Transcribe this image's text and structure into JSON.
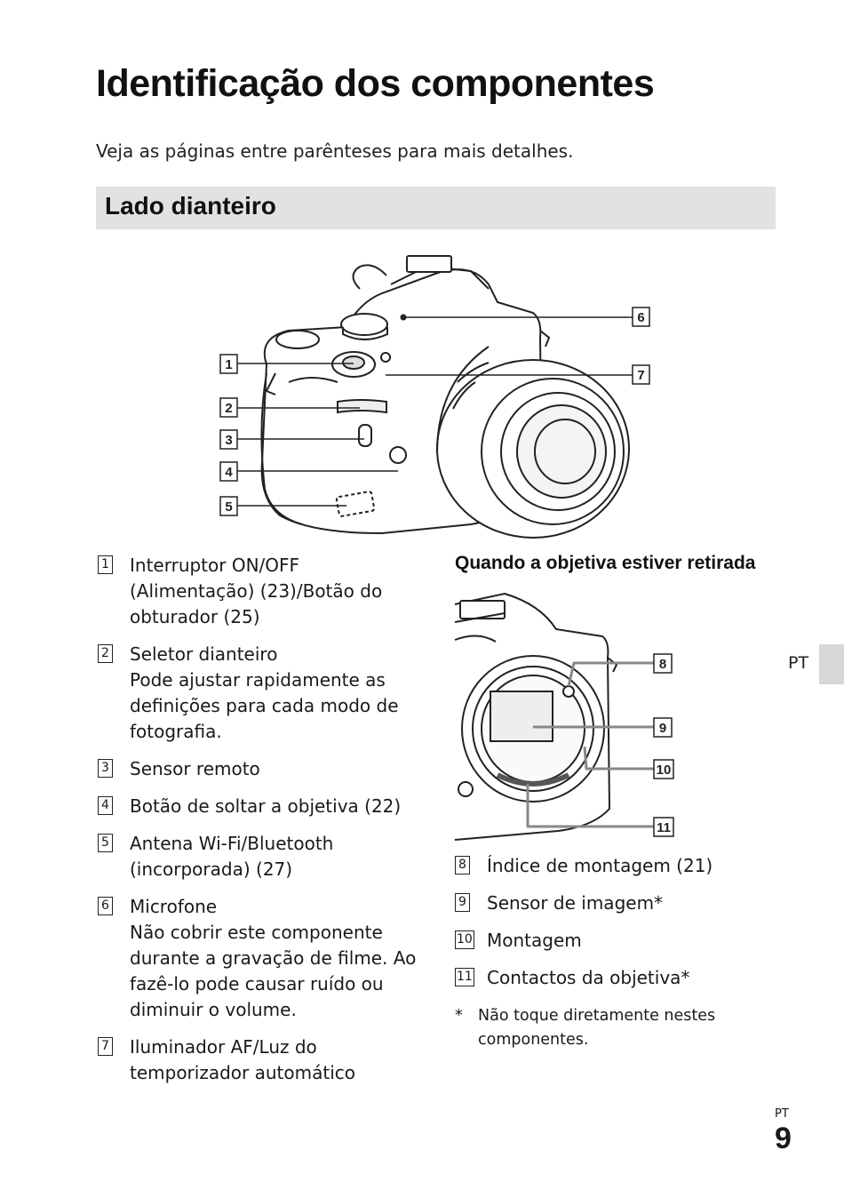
{
  "header": {
    "title": "Identificação dos componentes",
    "subtitle": "Veja as páginas entre parênteses para mais detalhes."
  },
  "section": {
    "title": "Lado dianteiro"
  },
  "front_figure": {
    "callouts": [
      "1",
      "2",
      "3",
      "4",
      "5",
      "6",
      "7"
    ]
  },
  "mount_figure": {
    "heading": "Quando a objetiva estiver retirada",
    "callouts": [
      "8",
      "9",
      "10",
      "11"
    ]
  },
  "left_items": [
    {
      "num": "1",
      "title": "Interruptor ON/OFF (Alimentação) (23)/Botão do obturador (25)",
      "desc": ""
    },
    {
      "num": "2",
      "title": "Seletor dianteiro",
      "desc": "Pode ajustar rapidamente as definições para cada modo de fotografia."
    },
    {
      "num": "3",
      "title": "Sensor remoto",
      "desc": ""
    },
    {
      "num": "4",
      "title": "Botão de soltar a objetiva (22)",
      "desc": ""
    },
    {
      "num": "5",
      "title": "Antena Wi-Fi/Bluetooth (incorporada) (27)",
      "desc": ""
    },
    {
      "num": "6",
      "title": "Microfone",
      "desc": "Não cobrir este componente durante a gravação de filme. Ao fazê-lo pode causar ruído ou diminuir o volume."
    },
    {
      "num": "7",
      "title": "Iluminador AF/Luz do temporizador automático",
      "desc": ""
    }
  ],
  "right_items": [
    {
      "num": "8",
      "title": "Índice de montagem (21)"
    },
    {
      "num": "9",
      "title": "Sensor de imagem*"
    },
    {
      "num": "10",
      "title": "Montagem"
    },
    {
      "num": "11",
      "title": "Contactos da objetiva*"
    }
  ],
  "footnote": {
    "star": "*",
    "text": "Não toque diretamente nestes componentes."
  },
  "side_tab": {
    "label": "PT"
  },
  "page": {
    "lang": "PT",
    "number": "9"
  }
}
